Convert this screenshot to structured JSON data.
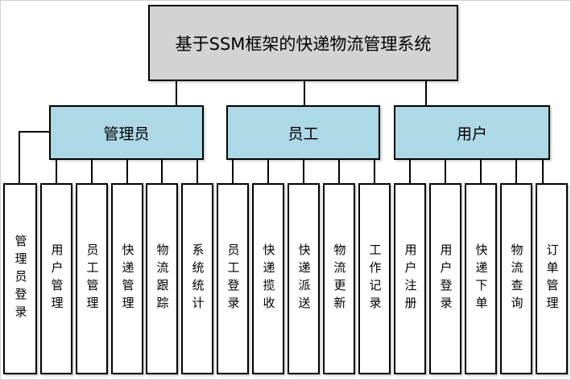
{
  "title": "基于SSM框架的快递物流管理系统",
  "branches": [
    {
      "label": "管理员",
      "children": [
        "管理员登录",
        "用户管理",
        "员工管理",
        "快递管理",
        "物流跟踪",
        "系统统计"
      ]
    },
    {
      "label": "员工",
      "children": [
        "员工登录",
        "快递揽收",
        "快递派送",
        "物流更新",
        "工作记录"
      ]
    },
    {
      "label": "用户",
      "children": [
        "用户注册",
        "用户登录",
        "快递下单",
        "物流查询",
        "订单管理"
      ]
    }
  ],
  "colors": {
    "root_fill": "#d3d3d3",
    "branch_fill": "#add8e6",
    "leaf_fill": "#ffffff",
    "border": "#000000"
  }
}
